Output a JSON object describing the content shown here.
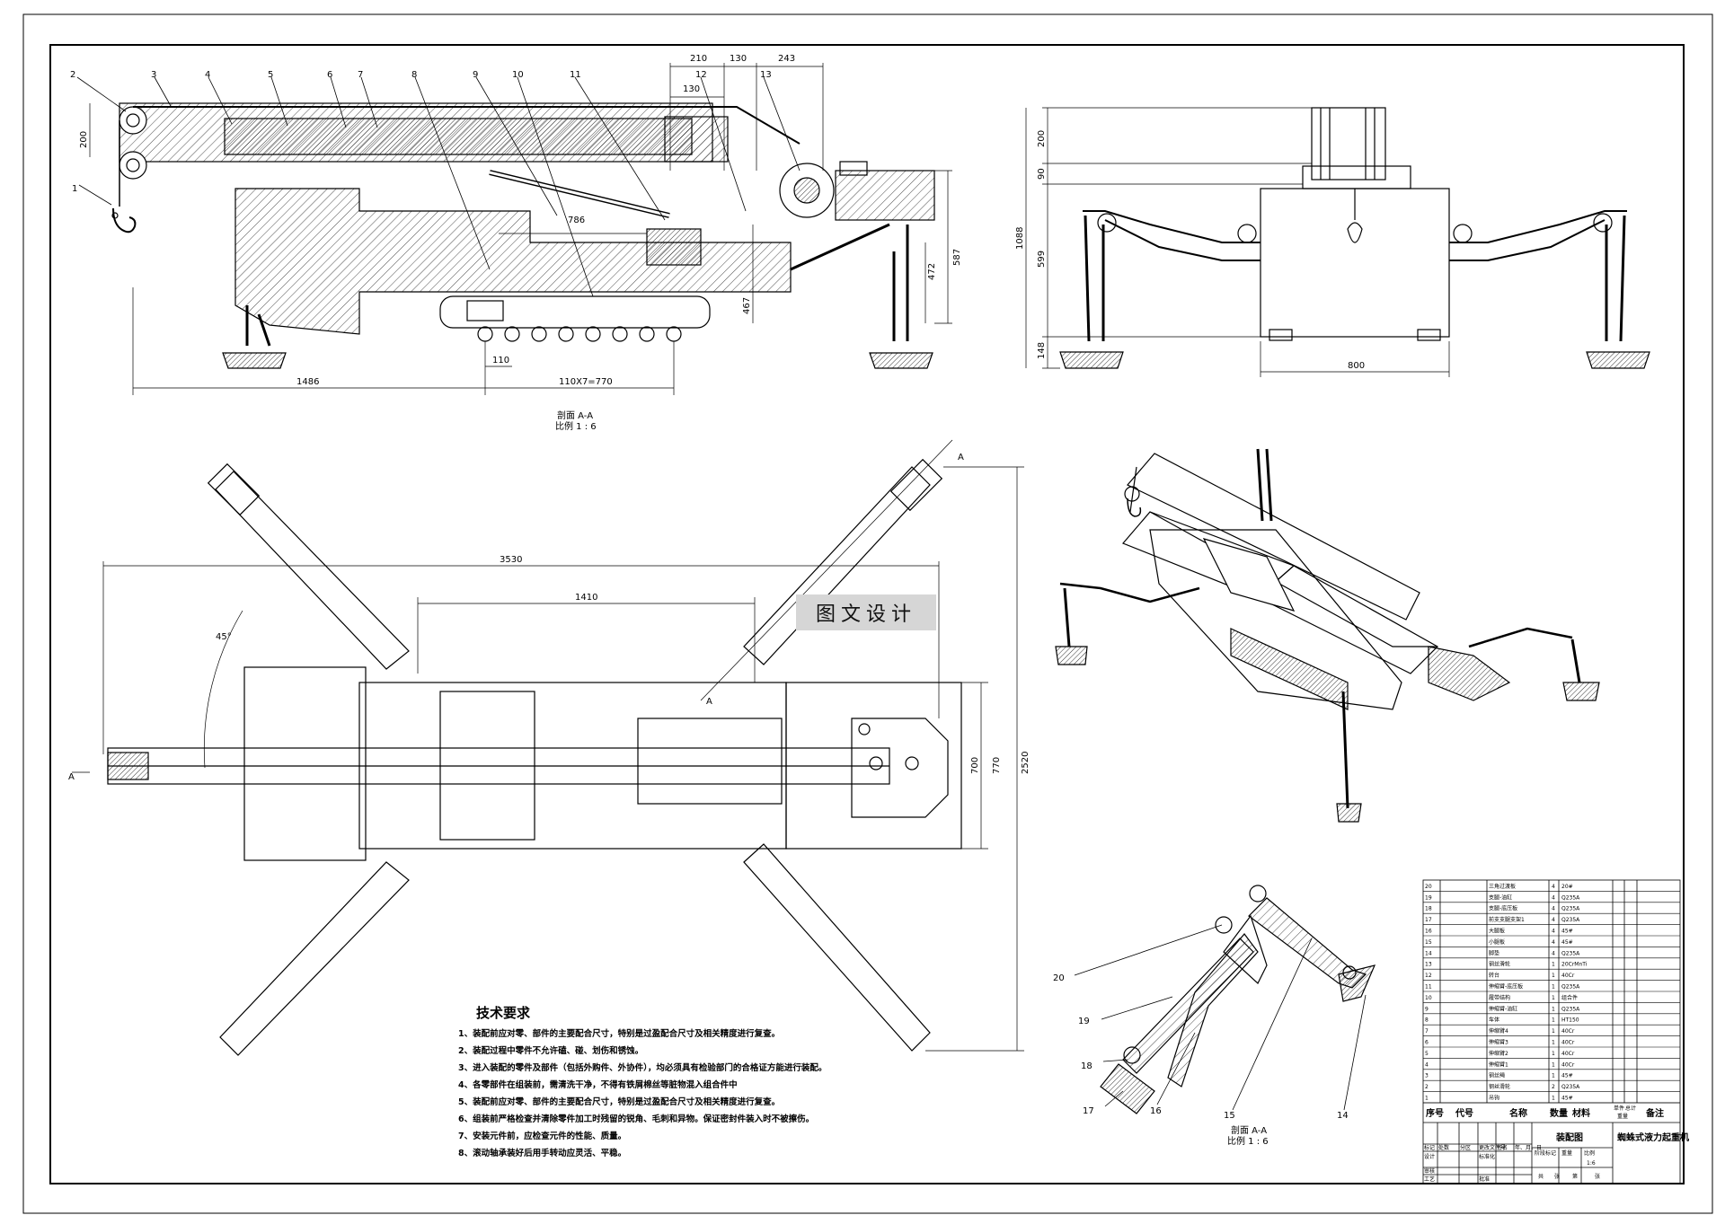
{
  "section_a": {
    "title": "剖面 A-A",
    "scale": "比例 1 : 6",
    "callouts": [
      "1",
      "2",
      "3",
      "4",
      "5",
      "6",
      "7",
      "8",
      "9",
      "10",
      "11",
      "12",
      "13"
    ],
    "dims": {
      "d210": "210",
      "d130a": "130",
      "d243": "243",
      "d130b": "130",
      "d200": "200",
      "d786": "786",
      "d472": "472",
      "d587": "587",
      "d467": "467",
      "d110": "110",
      "d1486": "1486",
      "d770": "110X7=770"
    }
  },
  "front_view": {
    "dims": {
      "d200": "200",
      "d90": "90",
      "d599": "599",
      "d148": "148",
      "d1088": "1088",
      "d800": "800"
    }
  },
  "top_view": {
    "dims": {
      "d3530": "3530",
      "d1410": "1410",
      "d45": "45°",
      "d700": "700",
      "d770": "770",
      "d2520": "2520"
    },
    "section_marks": {
      "a1": "A",
      "a2": "A",
      "a3": "A"
    }
  },
  "detail_view": {
    "title": "剖面 A-A",
    "scale": "比例 1 : 6",
    "callouts": [
      "14",
      "15",
      "16",
      "17",
      "18",
      "19",
      "20"
    ]
  },
  "watermark": "图文设计",
  "tech_requirements": {
    "title": "技术要求",
    "items": [
      "1、装配前应对零、部件的主要配合尺寸，特别是过盈配合尺寸及相关精度进行复查。",
      "2、装配过程中零件不允许磕、碰、划伤和锈蚀。",
      "3、进入装配的零件及部件（包括外购件、外协件），均必须具有检验部门的合格证方能进行装配。",
      "4、各零部件在组装前，需清洗干净，不得有铁屑棉丝等脏物混入组合件中",
      "5、装配前应对零、部件的主要配合尺寸，特别是过盈配合尺寸及相关精度进行复查。",
      "6、组装前严格检查并清除零件加工时残留的锐角、毛刺和异物。保证密封件装入时不被擦伤。",
      "7、安装元件前，应检查元件的性能、质量。",
      "8、滚动轴承装好后用手转动应灵活、平稳。"
    ]
  },
  "parts_table": {
    "rows": [
      {
        "no": "20",
        "name": "三角过渡板",
        "qty": "4",
        "mat": "20#"
      },
      {
        "no": "19",
        "name": "支腿-油缸",
        "qty": "4",
        "mat": "Q235A"
      },
      {
        "no": "18",
        "name": "支腿-底压板",
        "qty": "4",
        "mat": "Q235A"
      },
      {
        "no": "17",
        "name": "前支支腿支架1",
        "qty": "4",
        "mat": "Q235A"
      },
      {
        "no": "16",
        "name": "大腿板",
        "qty": "4",
        "mat": "45#"
      },
      {
        "no": "15",
        "name": "小腿板",
        "qty": "4",
        "mat": "45#"
      },
      {
        "no": "14",
        "name": "脚垫",
        "qty": "4",
        "mat": "Q235A"
      },
      {
        "no": "13",
        "name": "钢丝滑轮",
        "qty": "1",
        "mat": "20CrMnTi"
      },
      {
        "no": "12",
        "name": "转台",
        "qty": "1",
        "mat": "40Cr"
      },
      {
        "no": "11",
        "name": "伸缩臂-底压板",
        "qty": "1",
        "mat": "Q235A"
      },
      {
        "no": "10",
        "name": "履带结构",
        "qty": "1",
        "mat": "组合件"
      },
      {
        "no": "9",
        "name": "伸缩臂-油缸",
        "qty": "1",
        "mat": "Q235A"
      },
      {
        "no": "8",
        "name": "车体",
        "qty": "1",
        "mat": "HT150"
      },
      {
        "no": "7",
        "name": "伸缩臂4",
        "qty": "1",
        "mat": "40Cr"
      },
      {
        "no": "6",
        "name": "伸缩臂3",
        "qty": "1",
        "mat": "40Cr"
      },
      {
        "no": "5",
        "name": "伸缩臂2",
        "qty": "1",
        "mat": "40Cr"
      },
      {
        "no": "4",
        "name": "伸缩臂1",
        "qty": "1",
        "mat": "40Cr"
      },
      {
        "no": "3",
        "name": "钢丝绳",
        "qty": "1",
        "mat": "45#"
      },
      {
        "no": "2",
        "name": "钢丝滑轮",
        "qty": "2",
        "mat": "Q235A"
      },
      {
        "no": "1",
        "name": "吊钩",
        "qty": "1",
        "mat": "45#"
      }
    ],
    "headers": {
      "no": "序号",
      "code": "代号",
      "name": "名称",
      "qty": "数量",
      "mat": "材料",
      "single": "单件",
      "total": "总计",
      "weight": "重量",
      "remark": "备注"
    },
    "title_block": {
      "drawing_name": "装配图",
      "product": "蜘蛛式液力起重机",
      "mark": "标记",
      "count": "处数",
      "zone": "分区",
      "doc_no": "更改文件号",
      "sign": "签名",
      "date": "年、月、日",
      "design": "设计",
      "standard": "标准化",
      "stage": "阶段标记",
      "weight": "重量",
      "ratio": "比例",
      "scale_val": "1:6",
      "review": "审核",
      "process": "工艺",
      "approve": "批准",
      "total_sheets": "共",
      "sheet": "张",
      "page": "第"
    }
  }
}
